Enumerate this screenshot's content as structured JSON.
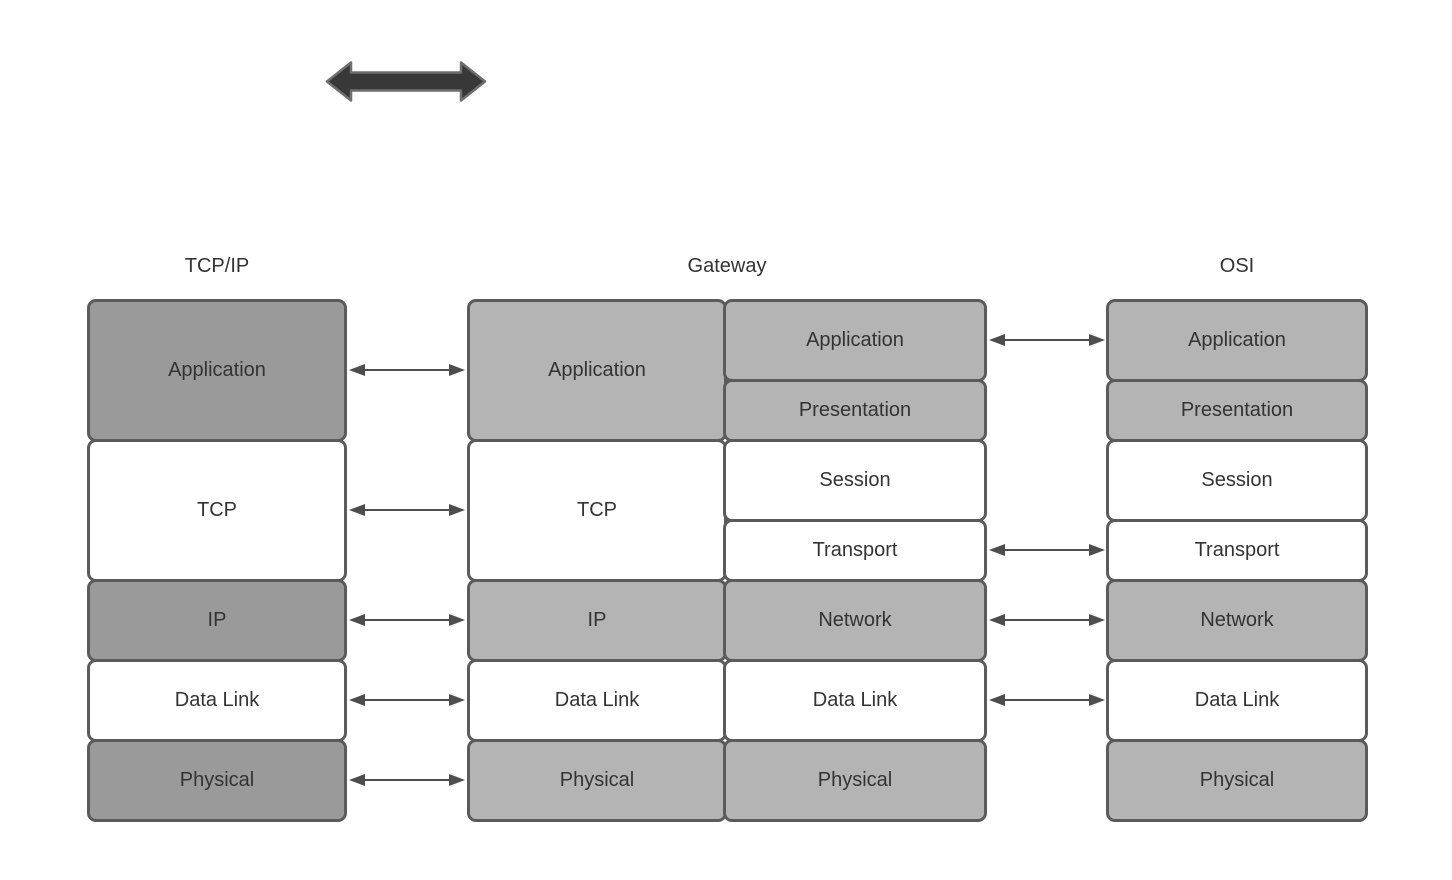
{
  "colors": {
    "background": "#ffffff",
    "box-border": "#5b5b5b",
    "box-text": "#333333",
    "fill-dark": "#9a9a9a",
    "fill-light": "#b4b4b4",
    "fill-white": "#ffffff",
    "arrow": "#4d4d4d",
    "thick-arrow-fill": "#383838",
    "thick-arrow-stroke": "#6e6e6e"
  },
  "headers": {
    "tcpip": "TCP/IP",
    "gateway": "Gateway",
    "osi": "OSI"
  },
  "columns": {
    "tcpip": {
      "rows": [
        {
          "label": "Application"
        },
        {
          "label": "TCP"
        },
        {
          "label": "IP"
        },
        {
          "label": "Data Link"
        },
        {
          "label": "Physical"
        }
      ]
    },
    "gateway_left": {
      "rows": [
        {
          "label": "Application"
        },
        {
          "label": "TCP"
        },
        {
          "label": "IP"
        },
        {
          "label": "Data Link"
        },
        {
          "label": "Physical"
        }
      ]
    },
    "gateway_right": {
      "rows": [
        {
          "label": "Application"
        },
        {
          "label": "Presentation"
        },
        {
          "label": "Session"
        },
        {
          "label": "Transport"
        },
        {
          "label": "Network"
        },
        {
          "label": "Data Link"
        },
        {
          "label": "Physical"
        }
      ]
    },
    "osi": {
      "rows": [
        {
          "label": "Application"
        },
        {
          "label": "Presentation"
        },
        {
          "label": "Session"
        },
        {
          "label": "Transport"
        },
        {
          "label": "Network"
        },
        {
          "label": "Data Link"
        },
        {
          "label": "Physical"
        }
      ]
    }
  },
  "connections": {
    "tcpip_to_gateway": [
      "Application",
      "TCP",
      "IP",
      "Data Link",
      "Physical"
    ],
    "gateway_to_osi": [
      "Application",
      "Transport",
      "Network",
      "Data Link"
    ]
  }
}
